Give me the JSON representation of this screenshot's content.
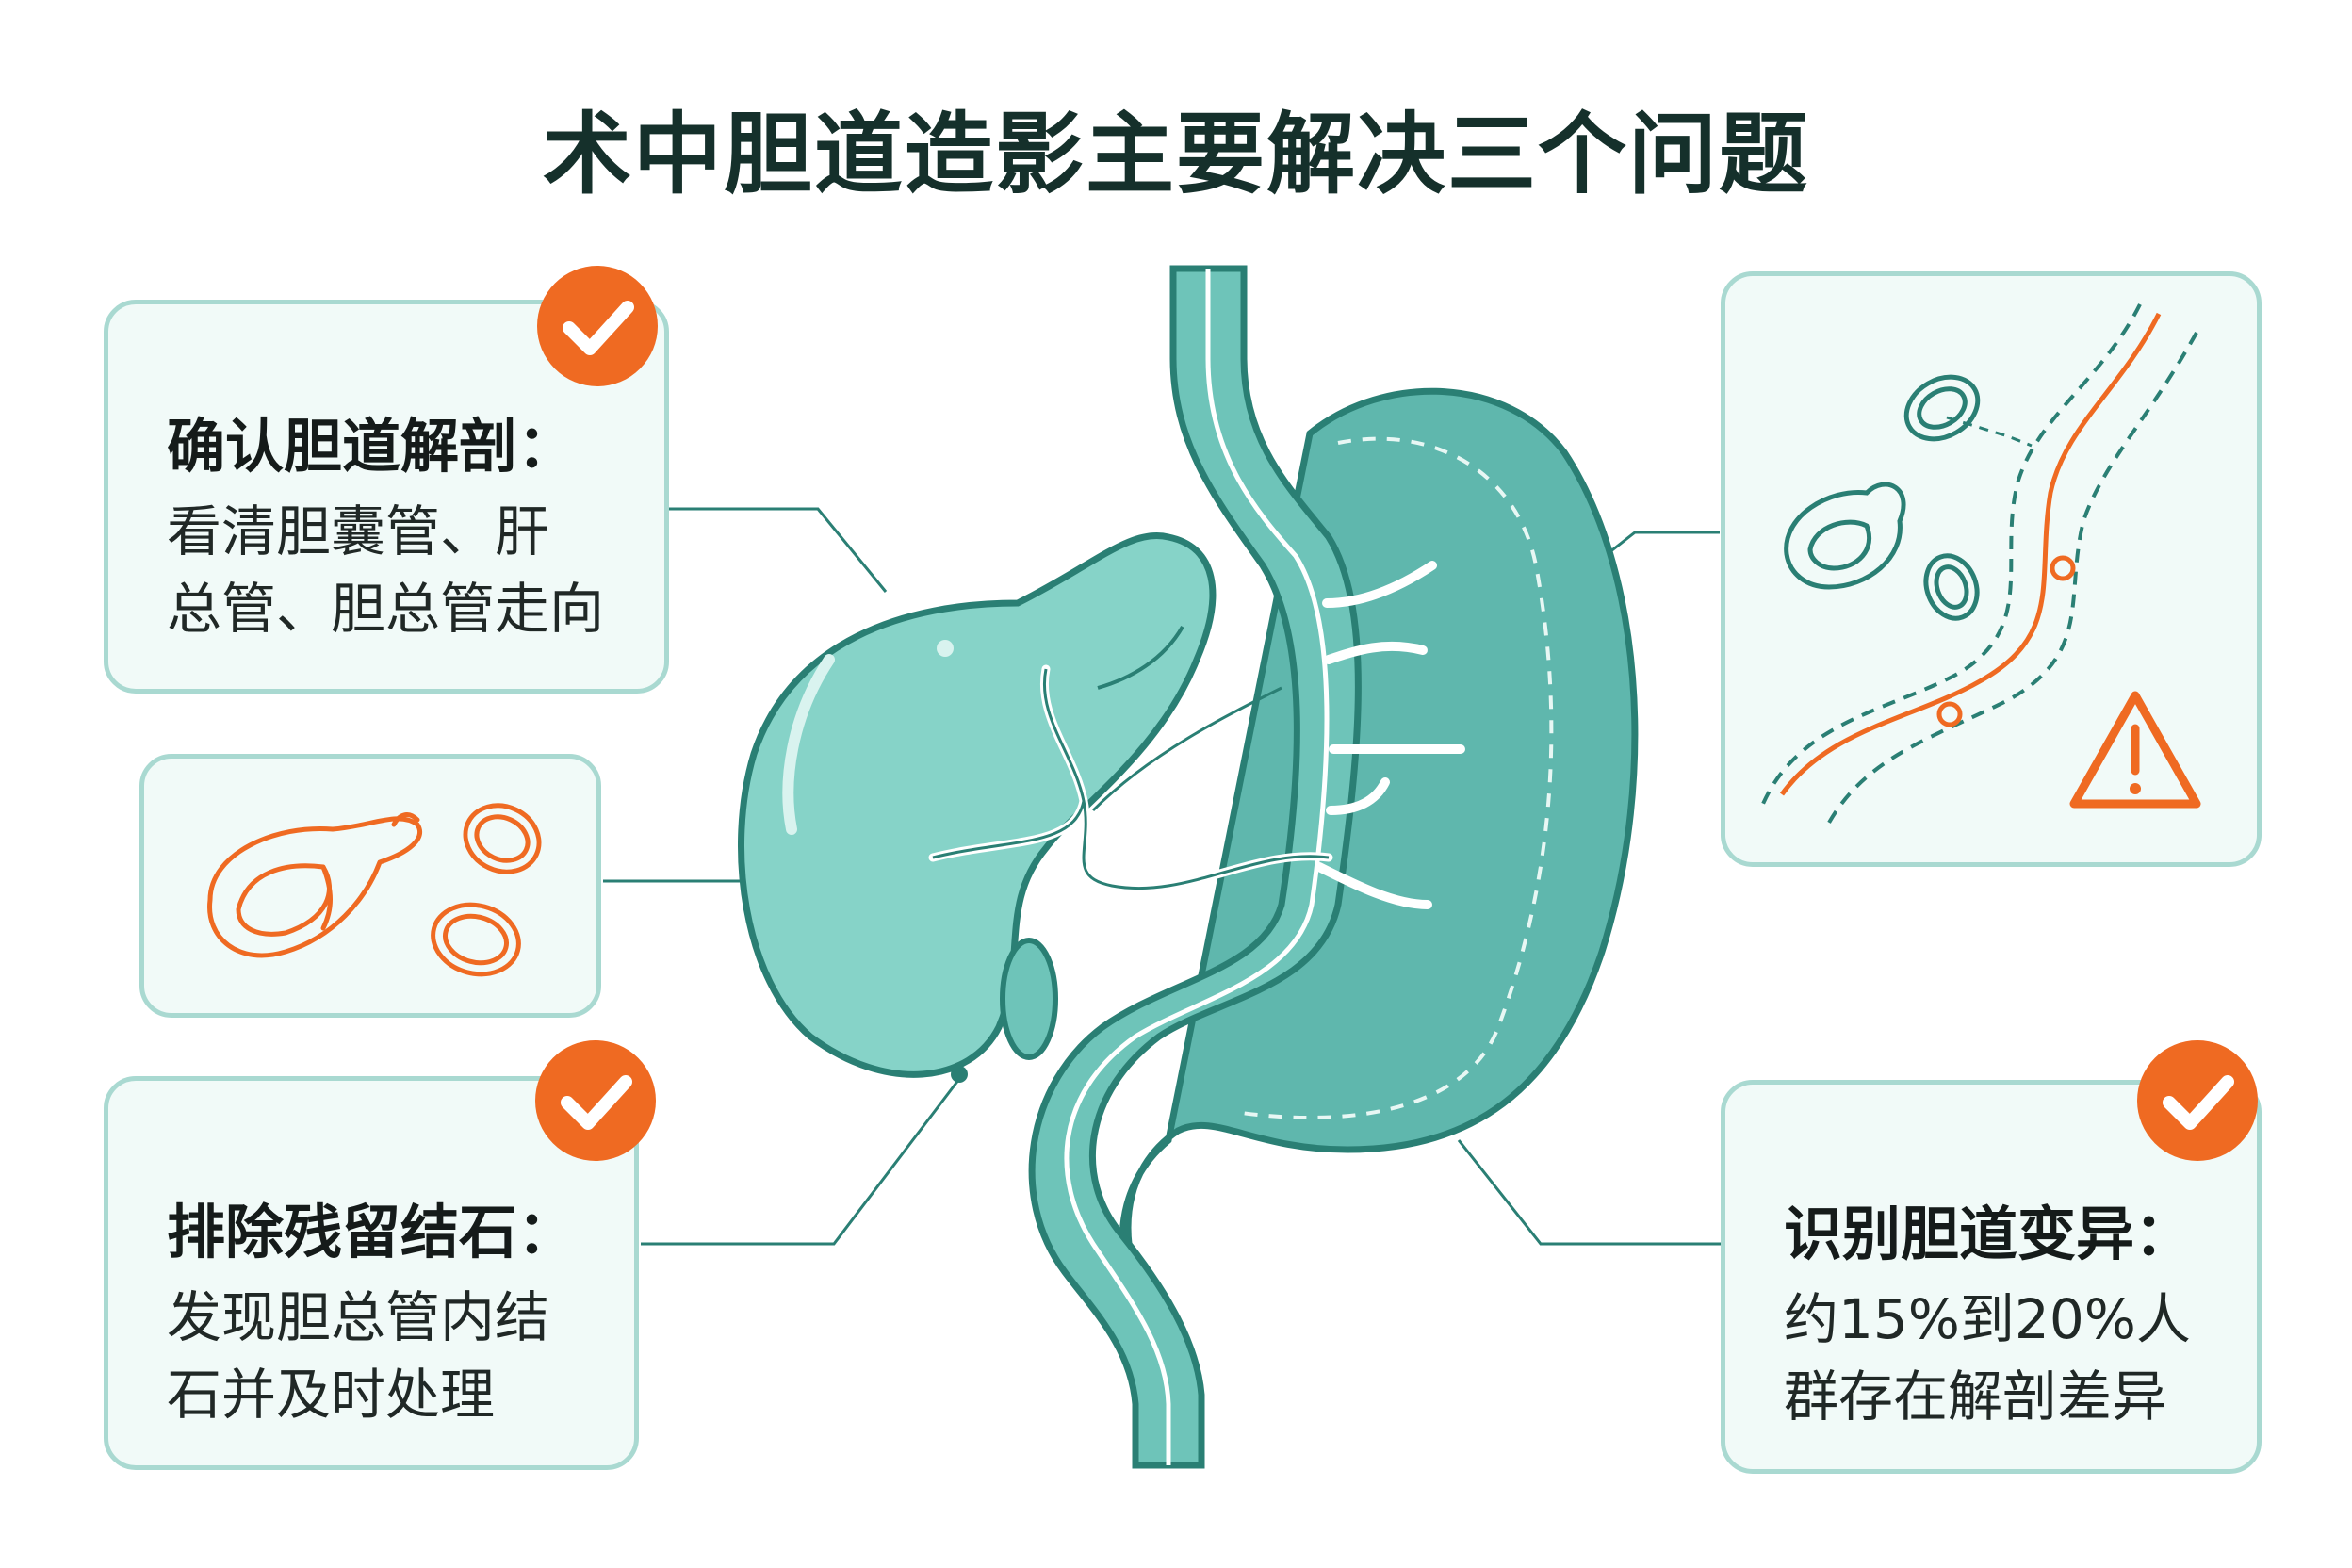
{
  "title": "术中胆道造影主要解决三个问题",
  "colors": {
    "teal_fill": "#7fcfc4",
    "teal_stroke": "#2a7f74",
    "orange": "#ef6a22",
    "card_bg": "#f1faf8",
    "card_border": "#a9d9d1",
    "text_dark": "#151b1a"
  },
  "cards": {
    "anatomy": {
      "heading": "确认胆道解剖：",
      "lines": [
        "看清胆囊管、肝",
        "总管、胆总管走向"
      ],
      "badge_icon": "check-icon"
    },
    "stones": {
      "heading": "排除残留结石：",
      "lines": [
        "发现胆总管内结",
        "石并及时处理"
      ],
      "badge_icon": "check-icon"
    },
    "variation": {
      "heading": "识别胆道变异：",
      "lines": [
        "约15%到20%人",
        "群存在解剖差异"
      ],
      "badge_icon": "check-icon"
    }
  },
  "illustrations": {
    "stones_panel": [
      "gallstone-icon",
      "stone-oval-icon"
    ],
    "variation_panel": [
      "bile-duct-path-icon",
      "stone-icon",
      "warning-triangle-icon"
    ]
  }
}
